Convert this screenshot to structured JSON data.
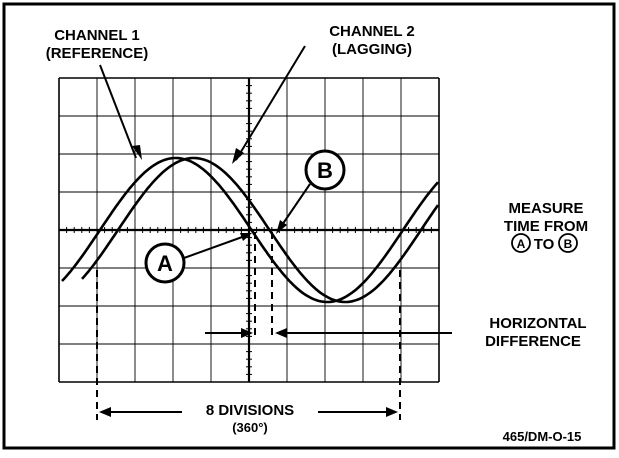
{
  "figure_id": "465/DM-O-15",
  "channel1": {
    "line1": "CHANNEL 1",
    "line2": "(REFERENCE)"
  },
  "channel2": {
    "line1": "CHANNEL 2",
    "line2": "(LAGGING)"
  },
  "marker_a": "A",
  "marker_b": "B",
  "measure_note": {
    "line1": "MEASURE",
    "line2": "TIME FROM",
    "from_marker": "A",
    "to_word": "TO",
    "to_marker": "B"
  },
  "horizontal_difference": {
    "line1": "HORIZONTAL",
    "line2": "DIFFERENCE"
  },
  "divisions": {
    "line1": "8 DIVISIONS",
    "line2": "(360°)"
  },
  "graticule": {
    "columns": 10,
    "rows": 8
  }
}
